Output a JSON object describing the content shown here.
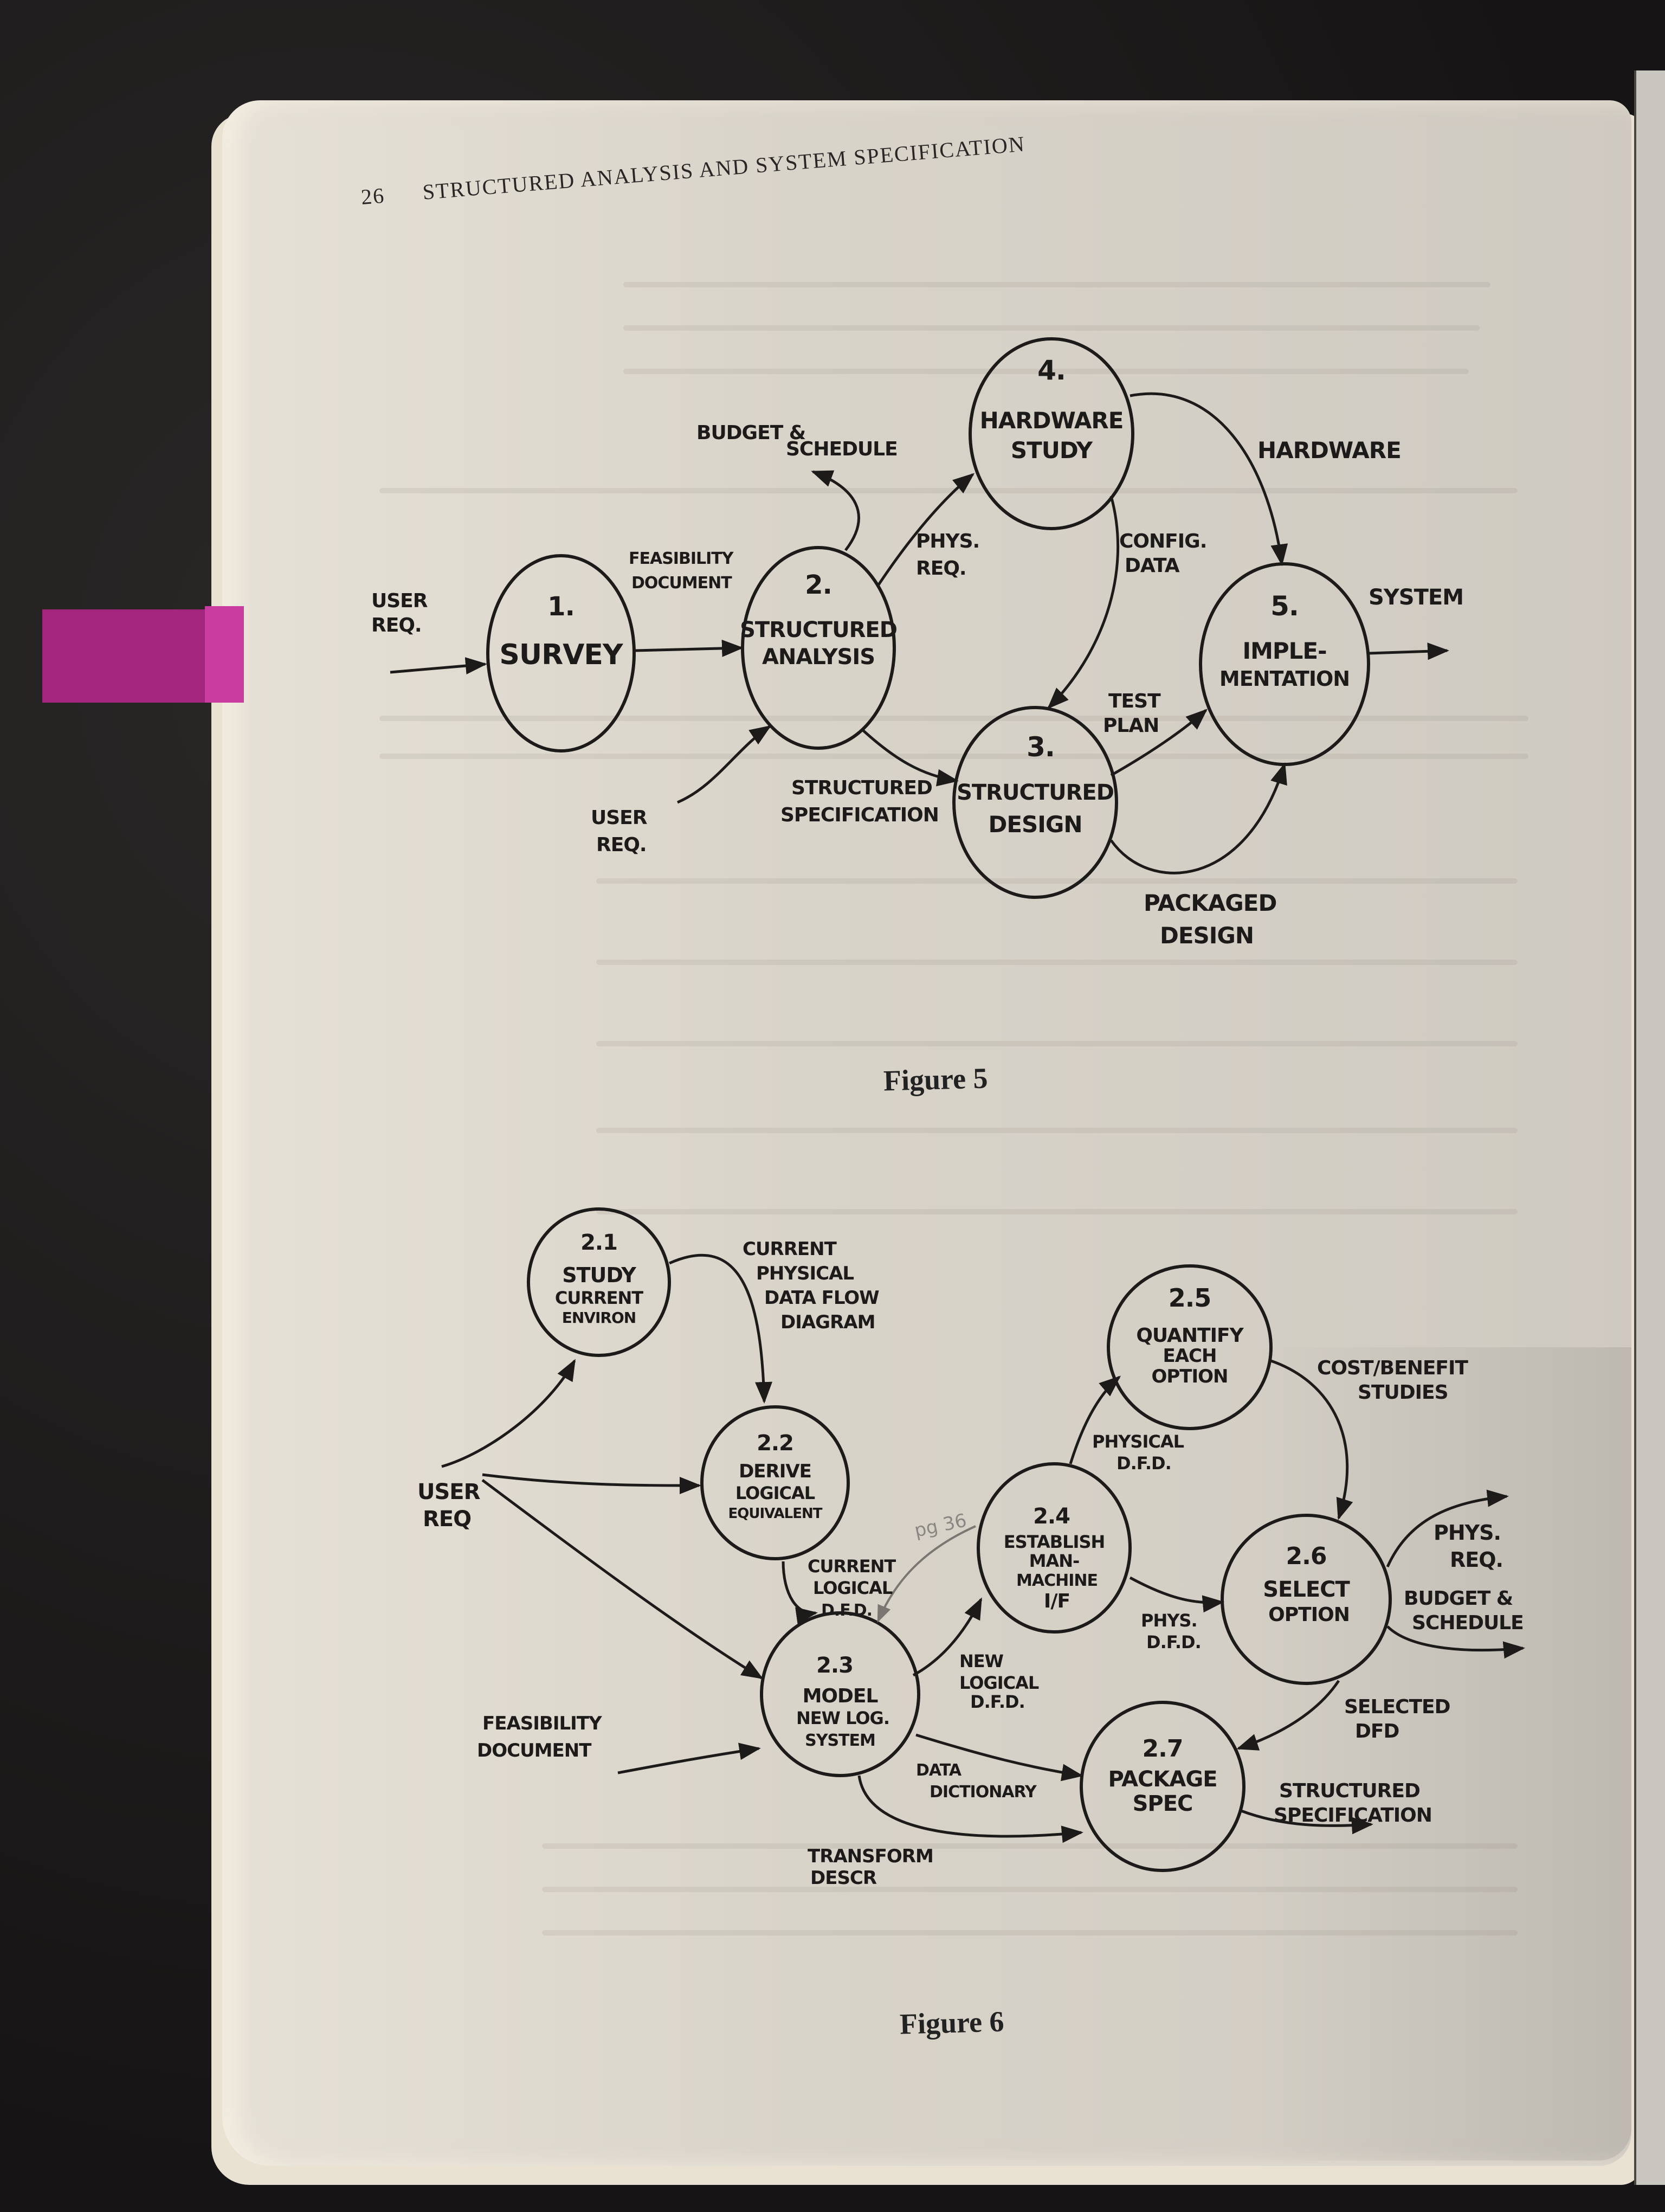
{
  "page": {
    "number": "26",
    "running_header": "STRUCTURED ANALYSIS AND SYSTEM SPECIFICATION",
    "sticky_note_color": "#a4267c"
  },
  "figure5": {
    "caption": "Figure 5",
    "nodes": [
      {
        "id": "1.",
        "label": "SURVEY"
      },
      {
        "id": "2.",
        "label": [
          "STRUCTURED",
          "ANALYSIS"
        ]
      },
      {
        "id": "3.",
        "label": [
          "STRUCTURED",
          "DESIGN"
        ]
      },
      {
        "id": "4.",
        "label": [
          "HARDWARE",
          "STUDY"
        ]
      },
      {
        "id": "5.",
        "label": [
          "IMPLE-",
          "MENTATION"
        ]
      }
    ],
    "flows": {
      "user_req_in": [
        "USER",
        "REQ."
      ],
      "feasibility": [
        "FEASIBILITY",
        "DOCUMENT"
      ],
      "budget": [
        "BUDGET &",
        "SCHEDULE"
      ],
      "phys_req": [
        "PHYS.",
        "REQ."
      ],
      "user_req_2": [
        "USER",
        "REQ."
      ],
      "structured_spec": [
        "STRUCTURED",
        "SPECIFICATION"
      ],
      "config_data": [
        "CONFIG.",
        "DATA"
      ],
      "hardware": "HARDWARE",
      "test_plan": [
        "TEST",
        "PLAN"
      ],
      "packaged_design": [
        "PACKAGED",
        "DESIGN"
      ],
      "system": "SYSTEM"
    }
  },
  "figure6": {
    "caption": "Figure 6",
    "nodes": [
      {
        "id": "2.1",
        "label": [
          "STUDY",
          "CURRENT",
          "ENVIRON"
        ]
      },
      {
        "id": "2.2",
        "label": [
          "DERIVE",
          "LOGICAL",
          "EQUIVALENT"
        ]
      },
      {
        "id": "2.3",
        "label": [
          "MODEL",
          "NEW LOG.",
          "SYSTEM"
        ]
      },
      {
        "id": "2.4",
        "label": [
          "ESTABLISH",
          "MAN-",
          "MACHINE",
          "I/F"
        ]
      },
      {
        "id": "2.5",
        "label": [
          "QUANTIFY",
          "EACH",
          "OPTION"
        ]
      },
      {
        "id": "2.6",
        "label": [
          "SELECT",
          "OPTION"
        ]
      },
      {
        "id": "2.7",
        "label": [
          "PACKAGE",
          "SPEC"
        ]
      }
    ],
    "flows": {
      "user_req": [
        "USER",
        "REQ"
      ],
      "current_physical": [
        "CURRENT",
        "PHYSICAL",
        "DATA FLOW",
        "DIAGRAM"
      ],
      "current_logical": [
        "CURRENT",
        "LOGICAL",
        "D.F.D."
      ],
      "feasibility": [
        "FEASIBILITY",
        "DOCUMENT"
      ],
      "new_logical": [
        "NEW",
        "LOGICAL",
        "D.F.D."
      ],
      "physical_dfd": [
        "PHYSICAL",
        "D.F.D."
      ],
      "cost_benefit": [
        "COST/BENEFIT",
        "STUDIES"
      ],
      "phys_dfd": [
        "PHYS.",
        "D.F.D."
      ],
      "phys_req": [
        "PHYS.",
        "REQ."
      ],
      "budget": [
        "BUDGET &",
        "SCHEDULE"
      ],
      "selected_dfd": [
        "SELECTED",
        "DFD"
      ],
      "data_dictionary": [
        "DATA",
        "DICTIONARY"
      ],
      "transform_descr": [
        "TRANSFORM",
        "DESCR"
      ],
      "structured_spec": [
        "STRUCTURED",
        "SPECIFICATION"
      ]
    },
    "pencil_annotation": "pg 36"
  }
}
